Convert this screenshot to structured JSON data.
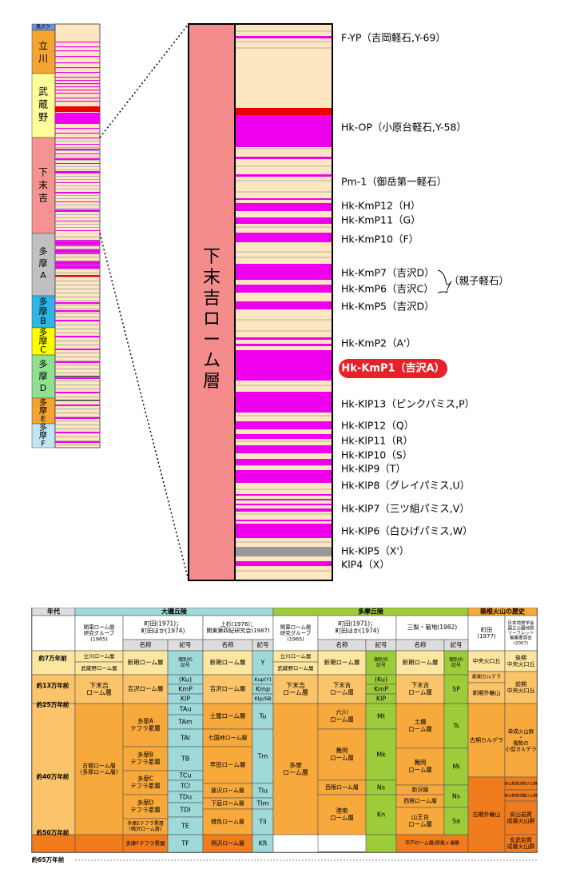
{
  "small_column": {
    "periods": [
      {
        "name": "黒ボク",
        "color": "#6f8fd8"
      },
      {
        "name": "立川",
        "color": "#f4a531"
      },
      {
        "name": "武蔵野",
        "color": "#ffff9a"
      },
      {
        "name": "下末吉",
        "color": "#f59393"
      },
      {
        "name": "多摩A",
        "color": "#c0c0c0"
      },
      {
        "name": "多摩B",
        "color": "#2fb5e5"
      },
      {
        "name": "多摩C",
        "color": "#ffff00"
      },
      {
        "name": "多摩D",
        "color": "#8fe08f"
      },
      {
        "name": "多摩E",
        "color": "#f4a531"
      },
      {
        "name": "多摩F",
        "color": "#bfe6f2"
      }
    ]
  },
  "big_column": {
    "label": "下末吉ローム層",
    "tephras": [
      "F-YP（吉岡軽石,Y-69）",
      "Hk-OP（小原台軽石,Y-58）",
      "Pm-1（御岳第一軽石）",
      "Hk-KmP12（H）",
      "Hk-KmP11（G）",
      "Hk-KmP10（F）",
      "Hk-KmP7（吉沢D）",
      "Hk-KmP6（吉沢C）",
      "Hk-KmP5（吉沢D）",
      "Hk-KmP2（A'）",
      "Hk-KmP1（吉沢A）",
      "Hk-KlP13（ピンクパミス,P）",
      "Hk-KlP12（Q）",
      "Hk-KlP11（R）",
      "Hk-KlP10（S）",
      "Hk-KlP9（T）",
      "Hk-KlP8（グレイパミス,U）",
      "Hk-KlP7（三ツ組パミス,V）",
      "Hk-KlP6（白ひげパミス,W）",
      "Hk-KlP5（X'）",
      "KlP4（X）"
    ],
    "bracket_label": "（親子軽石）"
  },
  "table": {
    "col_nendai": "年代",
    "group_oiso": "大磯丘陵",
    "group_tama": "多摩丘陵",
    "group_hakone": "箱根火山の歴史",
    "sub_kanto": "関東ローム層\n研究グループ\n(1965)",
    "sub_machida": "町田(1971)；\n町田ほか(1974)",
    "sub_uesugi": "上杉(1976)；\n関東第四紀研究会(1987)",
    "sub_kanto2": "関東ローム層\n研究グループ\n(1965)",
    "sub_machida2": "町田(1971)；\n町田ほか(1974)",
    "sub_sanri": "三梨・菊地(1982)",
    "sub_hk_machida": "町田\n(1977)",
    "sub_hk_ref": "日本地質学会\n国立公園地質\nリーフレット\n編集委員会\n(2007)",
    "h_name": "名称",
    "h_kigo": "記号",
    "h_kobetsu": "個別の\n記号",
    "ages": [
      "約7万年前",
      "約13万年前",
      "約25万年前",
      "約40万年前",
      "約50万年前",
      "約65万年前"
    ],
    "kanto_rows": [
      "立川ローム層",
      "武蔵野ローム層",
      "下末吉\nローム層",
      "古期ローム層\n(多摩ローム層)"
    ],
    "machida_names": [
      "新期ローム層",
      "吉沢ローム層",
      "多摩A\nテフラ累層",
      "多摩B\nテフラ累層",
      "多摩C\nテフラ累層",
      "多摩D\nテフラ累層",
      "多摩Eテフラ累層\n(鴨沢ローム層)",
      "多摩Fテフラ累層"
    ],
    "machida_codes": [
      "個別の\n記号",
      "(Ku)",
      "KmP",
      "KlP",
      "TAu",
      "TAm",
      "TAl",
      "TB",
      "TCu",
      "TCl",
      "TDu",
      "TDl",
      "TE",
      "TF"
    ],
    "uesugi_names": [
      "新期ローム層",
      "吉沢ローム層",
      "土屋ローム層",
      "七国峠ローム層",
      "早田ローム層",
      "藤沢ローム層",
      "下庭ローム層",
      "雑色ローム層",
      "柄沢ローム層"
    ],
    "uesugi_codes": [
      "Y",
      "Kup(Y)",
      "Kmp",
      "Klp/SB",
      "Tu",
      "Tm",
      "Tlu",
      "Tlm",
      "Tll",
      "KR"
    ],
    "tama_kanto": [
      "立川ローム層",
      "武蔵野ローム層",
      "下末吉\nローム層",
      "多摩\nローム層"
    ],
    "tama_machida_names": [
      "新期ローム層",
      "下末吉\nローム層",
      "六川\nローム層",
      "舞岡\nローム層",
      "西根ローム層",
      "港南\nローム層"
    ],
    "tama_machida_codes": [
      "個別の\n記号",
      "(Ku)",
      "KmP",
      "KlP",
      "Mt",
      "Mk",
      "Ns",
      "Kn"
    ],
    "sanri_names": [
      "新期ローム層",
      "下末吉\nローム層",
      "土橋\nローム層",
      "舞岡\nローム層",
      "新沢層",
      "西根ローム層",
      "山王台\nローム層",
      "平戸ローム層/屏風ヶ浦層"
    ],
    "sanri_codes": [
      "個別の\n記号",
      "SP",
      "Ts",
      "Mi",
      "Ns",
      "Sa"
    ],
    "hk_machida": [
      "中央火口丘",
      "新期カルデラ",
      "新期外輪山",
      "古期カルデラ",
      "古期外輪山"
    ],
    "hk_ref": [
      "後期\n中央火口丘",
      "前期\n中央火口丘",
      "単成火山群\n・\n複数の\n小型カルデラ",
      "安山岩質溶岩火山群",
      "安山岩質成層火山群",
      "安山岩質\n成層火山群",
      "玄武岩質\n成層火山群"
    ]
  }
}
